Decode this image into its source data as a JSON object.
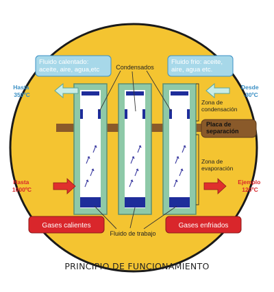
{
  "labels": {
    "hot_fluid": [
      "Fluido calentado:",
      "aceite, aire, agua,etc"
    ],
    "cold_fluid": [
      "Fluido frio: aceite,",
      "aire, agua etc."
    ],
    "condensates": "Condensados",
    "up_to_left": [
      "Hasta",
      "350ºC"
    ],
    "from_right": [
      "Desde",
      "-30ºC"
    ],
    "condensation_zone": [
      "Zona de",
      "condensación"
    ],
    "separation_plate": [
      "Placa de",
      "separación"
    ],
    "evaporation_zone": [
      "Zona de",
      "evaporación"
    ],
    "up_to_1000": [
      "Hasta",
      "1000ºC"
    ],
    "example": [
      "Ejemplo",
      "120ºC"
    ],
    "hot_gases": "Gases calientes",
    "cooled_gases": "Gases enfriados",
    "working_fluid": "Fluido de trabajo",
    "caption": "PRINCIPIO DE FUNCIONAMIENTO"
  },
  "colors": {
    "circle": "#f4c431",
    "tube_frame": "#8ec9a8",
    "box_blue": "#a7d8e9",
    "box_red": "#d9262b",
    "plate": "#8a5a2a",
    "arrow_red": "#e0302d",
    "label_blue": "#3a8fc4",
    "label_red": "#d8262b",
    "working_fluid": "#1e2d9a"
  }
}
